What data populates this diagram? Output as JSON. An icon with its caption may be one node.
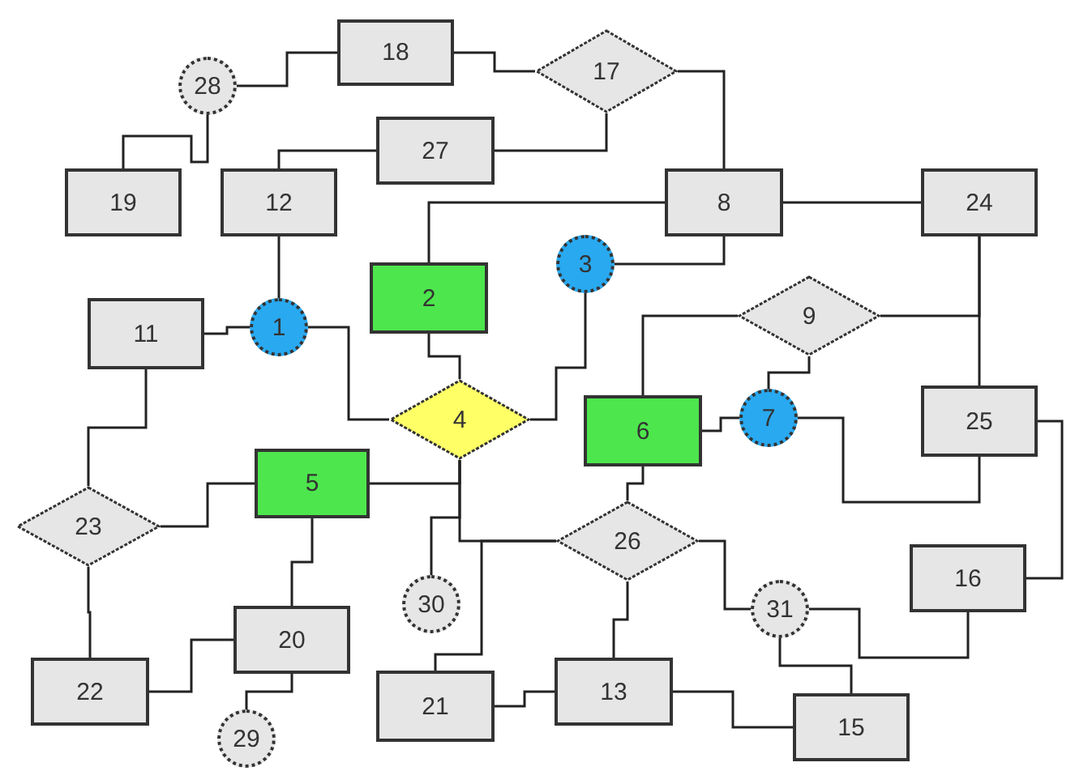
{
  "diagram": {
    "nodes": [
      {
        "text": [
          "18"
        ]
      },
      {
        "text": [
          "17"
        ]
      },
      {
        "text": [
          "28"
        ]
      },
      {
        "text": [
          "27"
        ]
      },
      {
        "text": [
          "19"
        ]
      },
      {
        "text": [
          "12"
        ]
      },
      {
        "text": [
          "8"
        ]
      },
      {
        "text": [
          "24"
        ]
      },
      {
        "text": [
          "3"
        ]
      },
      {
        "text": [
          "2"
        ]
      },
      {
        "text": [
          "11"
        ]
      },
      {
        "text": [
          "1"
        ]
      },
      {
        "text": [
          "9"
        ]
      },
      {
        "text": [
          "4"
        ]
      },
      {
        "text": [
          "6"
        ]
      },
      {
        "text": [
          "7"
        ]
      },
      {
        "text": [
          "25"
        ]
      },
      {
        "text": [
          "5"
        ]
      },
      {
        "text": [
          "23"
        ]
      },
      {
        "text": [
          "26"
        ]
      },
      {
        "text": [
          "30"
        ]
      },
      {
        "text": [
          "16"
        ]
      },
      {
        "text": [
          "31"
        ]
      },
      {
        "text": [
          "20"
        ]
      },
      {
        "text": [
          "22"
        ]
      },
      {
        "text": [
          "21"
        ]
      },
      {
        "text": [
          "13"
        ]
      },
      {
        "text": [
          "15"
        ]
      },
      {
        "text": [
          "29"
        ]
      }
    ],
    "edges": [
      {
        "from": 2,
        "to": 0,
        "arrow": "none"
      },
      {
        "from": 2,
        "to": 4,
        "arrow": "none"
      },
      {
        "from": 0,
        "to": 1,
        "arrow": "none"
      },
      {
        "from": 1,
        "to": 6,
        "arrow": "none"
      },
      {
        "from": 1,
        "to": 3,
        "arrow": "none"
      },
      {
        "from": 3,
        "to": 5,
        "arrow": "none"
      },
      {
        "from": 6,
        "to": 9,
        "arrow": "none"
      },
      {
        "from": 6,
        "to": 7,
        "arrow": "none"
      },
      {
        "from": 6,
        "to": 8,
        "arrow": "none"
      },
      {
        "from": 5,
        "to": 11,
        "arrow": "none"
      },
      {
        "from": 10,
        "to": 11,
        "arrow": "none"
      },
      {
        "from": 11,
        "to": 13,
        "arrow": "none"
      },
      {
        "from": 9,
        "to": 13,
        "arrow": "none"
      },
      {
        "from": 8,
        "to": 13,
        "arrow": "none"
      },
      {
        "from": 7,
        "to": 12,
        "arrow": "none"
      },
      {
        "from": 7,
        "to": 16,
        "arrow": "none"
      },
      {
        "from": 12,
        "to": 14,
        "arrow": "none"
      },
      {
        "from": 12,
        "to": 15,
        "arrow": "none"
      },
      {
        "from": 14,
        "to": 15,
        "arrow": "none"
      },
      {
        "from": 15,
        "to": 16,
        "arrow": "none"
      },
      {
        "from": 16,
        "to": 21,
        "arrow": "none"
      },
      {
        "from": 13,
        "to": 17,
        "arrow": "none"
      },
      {
        "from": 13,
        "to": 19,
        "arrow": "none"
      },
      {
        "from": 20,
        "to": 13,
        "arrow": "none"
      },
      {
        "from": 25,
        "to": 19,
        "arrow": "none"
      },
      {
        "from": 17,
        "to": 18,
        "arrow": "none"
      },
      {
        "from": 17,
        "to": 23,
        "arrow": "none"
      },
      {
        "from": 10,
        "to": 18,
        "arrow": "none"
      },
      {
        "from": 18,
        "to": 24,
        "arrow": "none"
      },
      {
        "from": 23,
        "to": 24,
        "arrow": "none"
      },
      {
        "from": 23,
        "to": 28,
        "arrow": "none"
      },
      {
        "from": 25,
        "to": 26,
        "arrow": "none"
      },
      {
        "from": 14,
        "to": 19,
        "arrow": "none"
      },
      {
        "from": 19,
        "to": 26,
        "arrow": "none"
      },
      {
        "from": 19,
        "to": 22,
        "arrow": "none"
      },
      {
        "from": 22,
        "to": 21,
        "arrow": "none"
      },
      {
        "from": 22,
        "to": 27,
        "arrow": "none"
      },
      {
        "from": 26,
        "to": 27,
        "arrow": "none"
      }
    ]
  }
}
